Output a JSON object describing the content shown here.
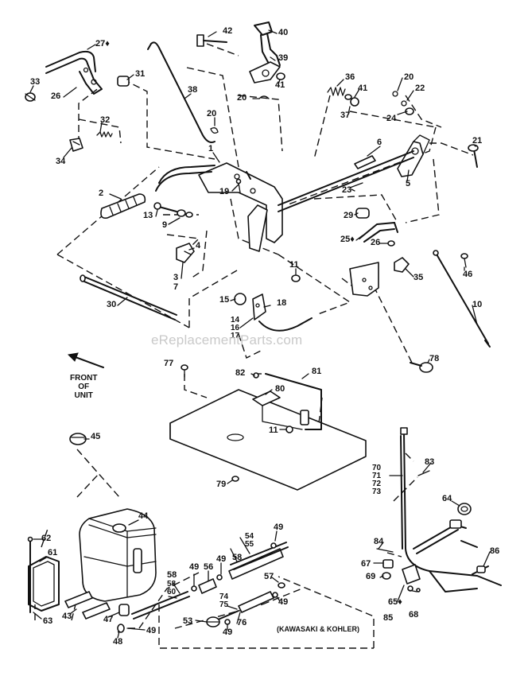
{
  "watermark": "eReplacementParts.com",
  "front_label": "FRONT\nOF\nUNIT",
  "engine_note": "(KAWASAKI & KOHLER)",
  "callouts": {
    "c1": "1",
    "c2": "2",
    "c3": "3",
    "c4": "4",
    "c5": "5",
    "c6": "6",
    "c7": "7",
    "c9": "9",
    "c10": "10",
    "c11a": "11",
    "c11b": "11",
    "c13": "13",
    "c14_16": "14\n16\n17",
    "c15": "15",
    "c18": "18",
    "c19": "19",
    "c20a": "20",
    "c20b": "20",
    "c20c": "20",
    "c21": "21",
    "c22": "22",
    "c23": "23",
    "c24": "24",
    "c25": "25♦",
    "c26a": "26",
    "c26b": "26",
    "c27": "27♦",
    "c29": "29",
    "c30": "30",
    "c31": "31",
    "c32": "32",
    "c33": "33",
    "c34": "34",
    "c35": "35",
    "c36": "36",
    "c37": "37",
    "c38": "38",
    "c39": "39",
    "c40": "40",
    "c41a": "41",
    "c41b": "41",
    "c42": "42",
    "c43": "43",
    "c44": "44",
    "c45": "45",
    "c46": "46",
    "c47": "47",
    "c48": "48",
    "c49a": "49",
    "c49b": "49",
    "c49c": "49",
    "c49d": "49",
    "c49e": "49",
    "c53": "53",
    "c54_55": "54\n55",
    "c56": "56",
    "c57": "57",
    "c58a": "58",
    "c58_60": "58\n60",
    "c61": "61",
    "c62": "62",
    "c63": "63",
    "c64": "64",
    "c65": "65♦",
    "c67": "67",
    "c68": "68",
    "c69": "69",
    "c70_73": "70\n71\n72\n73",
    "c74_75": "74\n75",
    "c76": "76",
    "c77": "77",
    "c78": "78",
    "c79": "79",
    "c80": "80",
    "c81": "81",
    "c82": "82",
    "c83": "83",
    "c84": "84",
    "c85": "85",
    "c86": "86"
  },
  "colors": {
    "ink": "#111111",
    "watermark": "#c9c9c9",
    "paper": "#ffffff"
  }
}
